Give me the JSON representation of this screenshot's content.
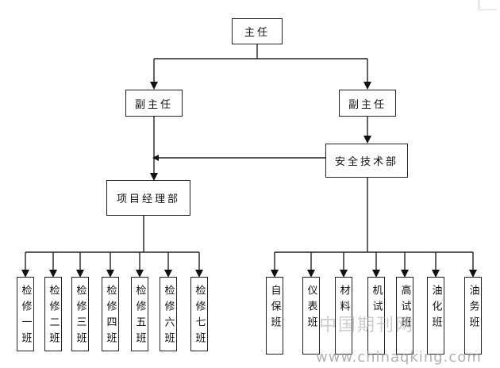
{
  "chart": {
    "root": "主任",
    "deputy_left": "副主任",
    "deputy_right": "副主任",
    "safety_dept": "安全技术部",
    "project_dept": "项目经理部",
    "maintenance_teams": [
      "检修一班",
      "检修二班",
      "检修三班",
      "检修四班",
      "检修五班",
      "检修六班",
      "检修七班"
    ],
    "support_teams": [
      "自保班",
      "仪表班",
      "材料",
      "机试",
      "高试班",
      "油化班",
      "油务班"
    ]
  },
  "watermark": {
    "cn": "中国期刊网",
    "url": "www.chinaqking.com"
  },
  "colors": {
    "line": "#222222",
    "box_border": "#222222",
    "background": "#ffffff"
  }
}
